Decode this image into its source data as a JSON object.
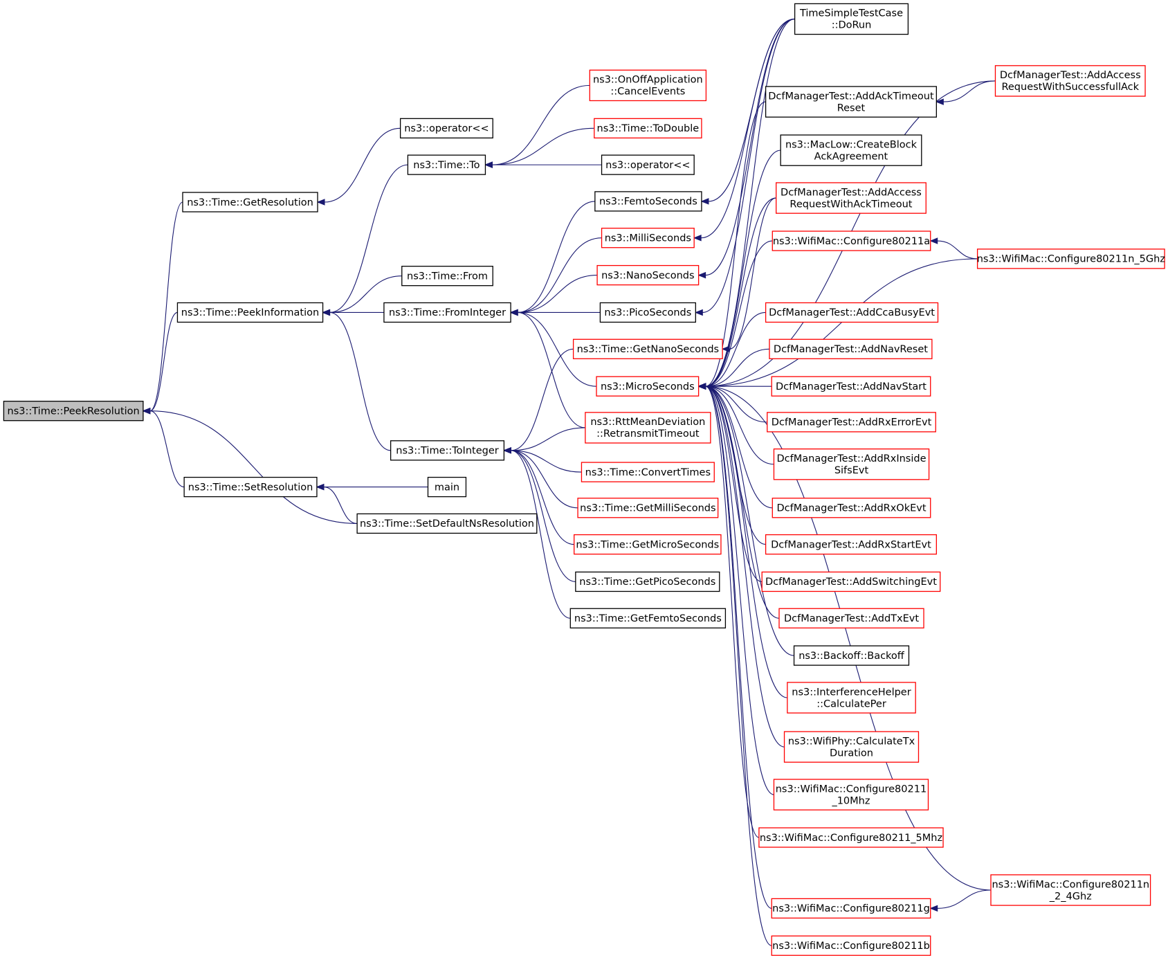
{
  "colors": {
    "edge": "#191970",
    "border_black": "#000000",
    "border_red": "#ff0000",
    "root_fill": "#bfbfbf"
  },
  "nodes": [
    {
      "id": "peekres",
      "lines": [
        "ns3::Time::PeekResolution"
      ],
      "border": "black",
      "root": true
    },
    {
      "id": "getres",
      "lines": [
        "ns3::Time::GetResolution"
      ],
      "border": "black"
    },
    {
      "id": "peekinfo",
      "lines": [
        "ns3::Time::PeekInformation"
      ],
      "border": "black"
    },
    {
      "id": "setres",
      "lines": [
        "ns3::Time::SetResolution"
      ],
      "border": "black"
    },
    {
      "id": "opll1",
      "lines": [
        "ns3::operator<<"
      ],
      "border": "black"
    },
    {
      "id": "timeto",
      "lines": [
        "ns3::Time::To"
      ],
      "border": "black"
    },
    {
      "id": "timefrom",
      "lines": [
        "ns3::Time::From"
      ],
      "border": "black"
    },
    {
      "id": "fromint",
      "lines": [
        "ns3::Time::FromInteger"
      ],
      "border": "black"
    },
    {
      "id": "toint",
      "lines": [
        "ns3::Time::ToInteger"
      ],
      "border": "black"
    },
    {
      "id": "mainf",
      "lines": [
        "main"
      ],
      "border": "black"
    },
    {
      "id": "setdef",
      "lines": [
        "ns3::Time::SetDefaultNsResolution"
      ],
      "border": "black"
    },
    {
      "id": "onoff",
      "lines": [
        "ns3::OnOffApplication",
        "::CancelEvents"
      ],
      "border": "red"
    },
    {
      "id": "todouble",
      "lines": [
        "ns3::Time::ToDouble"
      ],
      "border": "red"
    },
    {
      "id": "opll2",
      "lines": [
        "ns3::operator<<"
      ],
      "border": "black"
    },
    {
      "id": "femto",
      "lines": [
        "ns3::FemtoSeconds"
      ],
      "border": "black"
    },
    {
      "id": "milli",
      "lines": [
        "ns3::MilliSeconds"
      ],
      "border": "red"
    },
    {
      "id": "nano",
      "lines": [
        "ns3::NanoSeconds"
      ],
      "border": "red"
    },
    {
      "id": "pico",
      "lines": [
        "ns3::PicoSeconds"
      ],
      "border": "black"
    },
    {
      "id": "getnano",
      "lines": [
        "ns3::Time::GetNanoSeconds"
      ],
      "border": "red"
    },
    {
      "id": "micro",
      "lines": [
        "ns3::MicroSeconds"
      ],
      "border": "red"
    },
    {
      "id": "rtt",
      "lines": [
        "ns3::RttMeanDeviation",
        "::RetransmitTimeout"
      ],
      "border": "red"
    },
    {
      "id": "convert",
      "lines": [
        "ns3::Time::ConvertTimes"
      ],
      "border": "red"
    },
    {
      "id": "getmilli",
      "lines": [
        "ns3::Time::GetMilliSeconds"
      ],
      "border": "red"
    },
    {
      "id": "getmicro",
      "lines": [
        "ns3::Time::GetMicroSeconds"
      ],
      "border": "red"
    },
    {
      "id": "getpico",
      "lines": [
        "ns3::Time::GetPicoSeconds"
      ],
      "border": "black"
    },
    {
      "id": "getfemto",
      "lines": [
        "ns3::Time::GetFemtoSeconds"
      ],
      "border": "black"
    },
    {
      "id": "simple",
      "lines": [
        "TimeSimpleTestCase",
        "::DoRun"
      ],
      "border": "black"
    },
    {
      "id": "ackto",
      "lines": [
        "DcfManagerTest::AddAckTimeout",
        "Reset"
      ],
      "border": "black"
    },
    {
      "id": "maclow",
      "lines": [
        "ns3::MacLow::CreateBlock",
        "AckAgreement"
      ],
      "border": "black"
    },
    {
      "id": "accessack",
      "lines": [
        "DcfManagerTest::AddAccess",
        "RequestWithAckTimeout"
      ],
      "border": "red"
    },
    {
      "id": "cfg11a",
      "lines": [
        "ns3::WifiMac::Configure80211a"
      ],
      "border": "red"
    },
    {
      "id": "ccabusy",
      "lines": [
        "DcfManagerTest::AddCcaBusyEvt"
      ],
      "border": "red"
    },
    {
      "id": "navreset",
      "lines": [
        "DcfManagerTest::AddNavReset"
      ],
      "border": "red"
    },
    {
      "id": "navstart",
      "lines": [
        "DcfManagerTest::AddNavStart"
      ],
      "border": "red"
    },
    {
      "id": "rxerr",
      "lines": [
        "DcfManagerTest::AddRxErrorEvt"
      ],
      "border": "red"
    },
    {
      "id": "rxinside",
      "lines": [
        "DcfManagerTest::AddRxInside",
        "SifsEvt"
      ],
      "border": "red"
    },
    {
      "id": "rxok",
      "lines": [
        "DcfManagerTest::AddRxOkEvt"
      ],
      "border": "red"
    },
    {
      "id": "rxstart",
      "lines": [
        "DcfManagerTest::AddRxStartEvt"
      ],
      "border": "red"
    },
    {
      "id": "switching",
      "lines": [
        "DcfManagerTest::AddSwitchingEvt"
      ],
      "border": "red"
    },
    {
      "id": "txevt",
      "lines": [
        "DcfManagerTest::AddTxEvt"
      ],
      "border": "red"
    },
    {
      "id": "backoff",
      "lines": [
        "ns3::Backoff::Backoff"
      ],
      "border": "black"
    },
    {
      "id": "interf",
      "lines": [
        "ns3::InterferenceHelper",
        "::CalculatePer"
      ],
      "border": "red"
    },
    {
      "id": "calctx",
      "lines": [
        "ns3::WifiPhy::CalculateTx",
        "Duration"
      ],
      "border": "red"
    },
    {
      "id": "cfg10",
      "lines": [
        "ns3::WifiMac::Configure80211",
        "_10Mhz"
      ],
      "border": "red"
    },
    {
      "id": "cfg5",
      "lines": [
        "ns3::WifiMac::Configure80211_5Mhz"
      ],
      "border": "red"
    },
    {
      "id": "cfg11g",
      "lines": [
        "ns3::WifiMac::Configure80211g"
      ],
      "border": "red"
    },
    {
      "id": "cfg11b",
      "lines": [
        "ns3::WifiMac::Configure80211b"
      ],
      "border": "red"
    },
    {
      "id": "accesssucc",
      "lines": [
        "DcfManagerTest::AddAccess",
        "RequestWithSuccessfullAck"
      ],
      "border": "red"
    },
    {
      "id": "cfg11n5",
      "lines": [
        "ns3::WifiMac::Configure80211n_5Ghz"
      ],
      "border": "red"
    },
    {
      "id": "cfg11n24",
      "lines": [
        "ns3::WifiMac::Configure80211n",
        "_2_4Ghz"
      ],
      "border": "red"
    }
  ],
  "edges": [
    [
      "getres",
      "peekres"
    ],
    [
      "peekinfo",
      "peekres"
    ],
    [
      "setres",
      "peekres"
    ],
    [
      "setdef",
      "peekres"
    ],
    [
      "opll1",
      "getres"
    ],
    [
      "timeto",
      "peekinfo"
    ],
    [
      "timefrom",
      "peekinfo"
    ],
    [
      "fromint",
      "peekinfo"
    ],
    [
      "toint",
      "peekinfo"
    ],
    [
      "mainf",
      "setres"
    ],
    [
      "setdef",
      "setres"
    ],
    [
      "onoff",
      "timeto"
    ],
    [
      "todouble",
      "timeto"
    ],
    [
      "opll2",
      "timeto"
    ],
    [
      "femto",
      "fromint"
    ],
    [
      "milli",
      "fromint"
    ],
    [
      "nano",
      "fromint"
    ],
    [
      "pico",
      "fromint"
    ],
    [
      "micro",
      "fromint"
    ],
    [
      "rtt",
      "fromint"
    ],
    [
      "getnano",
      "toint"
    ],
    [
      "rtt",
      "toint"
    ],
    [
      "convert",
      "toint"
    ],
    [
      "getmilli",
      "toint"
    ],
    [
      "getmicro",
      "toint"
    ],
    [
      "getpico",
      "toint"
    ],
    [
      "getfemto",
      "toint"
    ],
    [
      "simple",
      "femto"
    ],
    [
      "simple",
      "milli"
    ],
    [
      "simple",
      "nano"
    ],
    [
      "simple",
      "pico"
    ],
    [
      "accessack",
      "getnano"
    ],
    [
      "simple",
      "micro"
    ],
    [
      "accesssucc",
      "micro"
    ],
    [
      "ackto",
      "micro"
    ],
    [
      "maclow",
      "micro"
    ],
    [
      "accessack",
      "micro"
    ],
    [
      "cfg11a",
      "micro"
    ],
    [
      "cfg11n5",
      "micro"
    ],
    [
      "ccabusy",
      "micro"
    ],
    [
      "navreset",
      "micro"
    ],
    [
      "navstart",
      "micro"
    ],
    [
      "rxerr",
      "micro"
    ],
    [
      "rxinside",
      "micro"
    ],
    [
      "rxok",
      "micro"
    ],
    [
      "rxstart",
      "micro"
    ],
    [
      "switching",
      "micro"
    ],
    [
      "txevt",
      "micro"
    ],
    [
      "backoff",
      "micro"
    ],
    [
      "interf",
      "micro"
    ],
    [
      "calctx",
      "micro"
    ],
    [
      "cfg10",
      "micro"
    ],
    [
      "cfg5",
      "micro"
    ],
    [
      "cfg11n24",
      "micro"
    ],
    [
      "cfg11g",
      "micro"
    ],
    [
      "cfg11b",
      "micro"
    ],
    [
      "accesssucc",
      "ackto"
    ],
    [
      "cfg11n5",
      "cfg11a"
    ],
    [
      "cfg11n24",
      "cfg11g"
    ]
  ]
}
